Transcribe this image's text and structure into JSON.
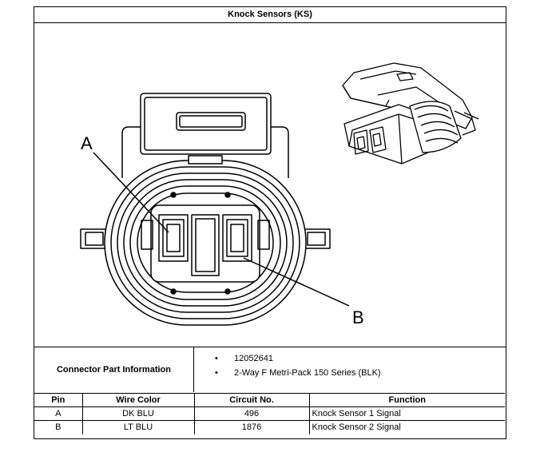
{
  "title": "Knock Sensors (KS)",
  "drawing": {
    "callout_a": "A",
    "callout_b": "B"
  },
  "connector_info": {
    "label": "Connector Part Information",
    "items": [
      "12052641",
      "2-Way F Metri-Pack 150 Series (BLK)"
    ]
  },
  "pin_table": {
    "headers": [
      "Pin",
      "Wire Color",
      "Circuit No.",
      "Function"
    ],
    "rows": [
      [
        "A",
        "DK BLU",
        "496",
        "Knock Sensor 1 Signal"
      ],
      [
        "B",
        "LT BLU",
        "1876",
        "Knock Sensor 2 Signal"
      ]
    ]
  }
}
